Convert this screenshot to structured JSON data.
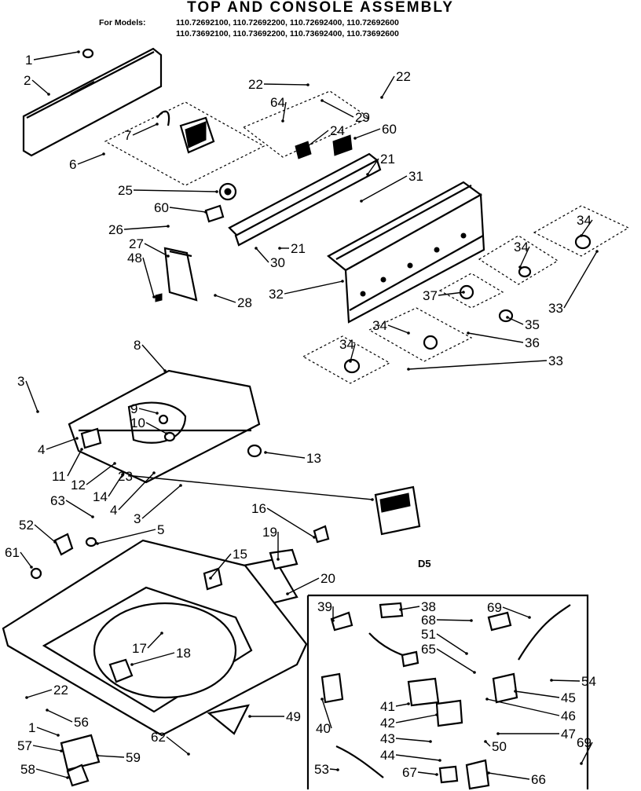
{
  "title": "TOP AND CONSOLE ASSEMBLY",
  "models_prefix": "For Models:",
  "models_line1": "110.72692100, 110.72692200, 110.72692400, 110.72692600",
  "models_line2": "110.73692100, 110.73692200, 110.73692400, 110.73692600",
  "diagram_code": "D5",
  "callouts": [
    "1",
    "2",
    "22",
    "64",
    "29",
    "22",
    "7",
    "24",
    "60",
    "6",
    "21",
    "31",
    "25",
    "60",
    "26",
    "27",
    "21",
    "30",
    "48",
    "34",
    "34",
    "28",
    "32",
    "37",
    "33",
    "35",
    "34",
    "36",
    "34",
    "33",
    "8",
    "3",
    "9",
    "10",
    "4",
    "11",
    "12",
    "13",
    "14",
    "4",
    "23",
    "63",
    "3",
    "16",
    "52",
    "5",
    "61",
    "19",
    "15",
    "20",
    "39",
    "38",
    "68",
    "69",
    "51",
    "65",
    "17",
    "18",
    "54",
    "45",
    "46",
    "22",
    "41",
    "56",
    "42",
    "49",
    "40",
    "47",
    "1",
    "62",
    "43",
    "69",
    "57",
    "50",
    "44",
    "59",
    "58",
    "53",
    "67",
    "66"
  ]
}
